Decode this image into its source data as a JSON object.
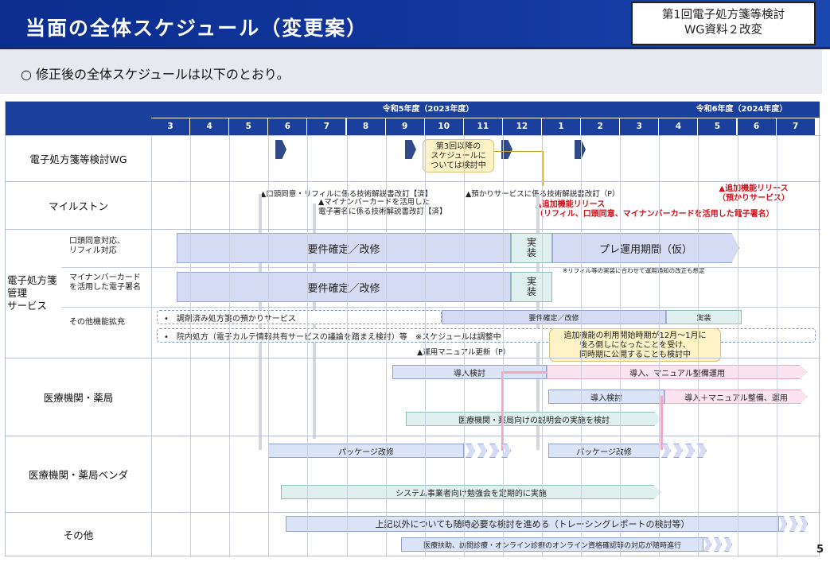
{
  "page": {
    "title": "当面の全体スケジュール（変更案）",
    "doc_label_line1": "第1回電子処方箋等検討",
    "doc_label_line2": "WG資料２改変",
    "summary": "○ 修正後の全体スケジュールは以下のとおり。",
    "page_number": "5"
  },
  "header": {
    "fy2023": "令和5年度（2023年度）",
    "fy2024": "令和6年度（2024年度）",
    "months": [
      "3",
      "4",
      "5",
      "6",
      "7",
      "8",
      "9",
      "10",
      "11",
      "12",
      "1",
      "2",
      "3",
      "4",
      "5",
      "6",
      "7"
    ]
  },
  "rows": {
    "wg": "電子処方箋等検討WG",
    "milestone": "マイルストン",
    "service": "電子処方箋\n管理\nサービス",
    "sub_oral": "口頭同意対応、\nリフィル対応",
    "sub_mynumber": "マイナンバーカード\nを活用した電子署名",
    "sub_other": "その他機能拡充",
    "medical": "医療機関・薬局",
    "vendor": "医療機関・薬局ベンダ",
    "others": "その他"
  },
  "wg": {
    "callout": "第3回以降の\nスケジュールに\nついては検討中"
  },
  "milestones": {
    "m1": "▲口頭同意・リフィルに係る技術解説書改訂【済】",
    "m2": "▲マイナンバーカードを活用した\n電子署名に係る技術解説書改訂【済】",
    "m3": "▲預かりサービスに係る技術解説書改訂（P）",
    "release1": "▲追加機能リリース\n（リフィル、口頭同意、マイナンバーカードを活用した電子署名）",
    "release2": "▲追加機能リリース\n（預かりサービス）"
  },
  "service": {
    "req1": "要件確定／改修",
    "impl1": "実\n装",
    "preop": "プレ運用期間（仮）",
    "req2": "要件確定／改修",
    "impl2": "実\n装",
    "refill_note": "※リフィル等の実装に合わせて運用通知の改正も想定",
    "other1": "•　調剤済み処方箋の預かりサービス",
    "other1_req": "要件確定／改修",
    "other1_impl": "実装",
    "other2": "•　院内処方（電子カルテ情報共有サービスの議論を踏まえ検討）等　※スケジュールは調整中",
    "callout2": "追加機能の利用開始時期が12月～1月に\n後ろ倒しになったことを受け、\n同時期に公開することも検討中",
    "manual": "▲運用マニュアル更新（P）"
  },
  "medical": {
    "intro1": "導入検討",
    "intro1_op": "導入、マニュアル整備運用",
    "intro2": "導入検討",
    "intro2_op": "導入＋マニュアル整備、運用",
    "briefing": "医療機関・薬局向けの説明会の実施を検討"
  },
  "vendor": {
    "pkg1": "パッケージ改修",
    "pkg2": "パッケージ改修",
    "study": "システム事業者向け勉強会を定期的に実施"
  },
  "others": {
    "o1": "上記以外についても随時必要な検討を進める（トレーシングレポートの検討等）",
    "o2": "医療扶助、訪問診療・オンライン診療のオンライン資格確認等の対応が随時進行"
  },
  "colors": {
    "header_blue": "#1a3f9c",
    "title_blue": "#0b2d8f",
    "release_red": "#d0121b",
    "callout_yellow": "#fdf3c6"
  }
}
